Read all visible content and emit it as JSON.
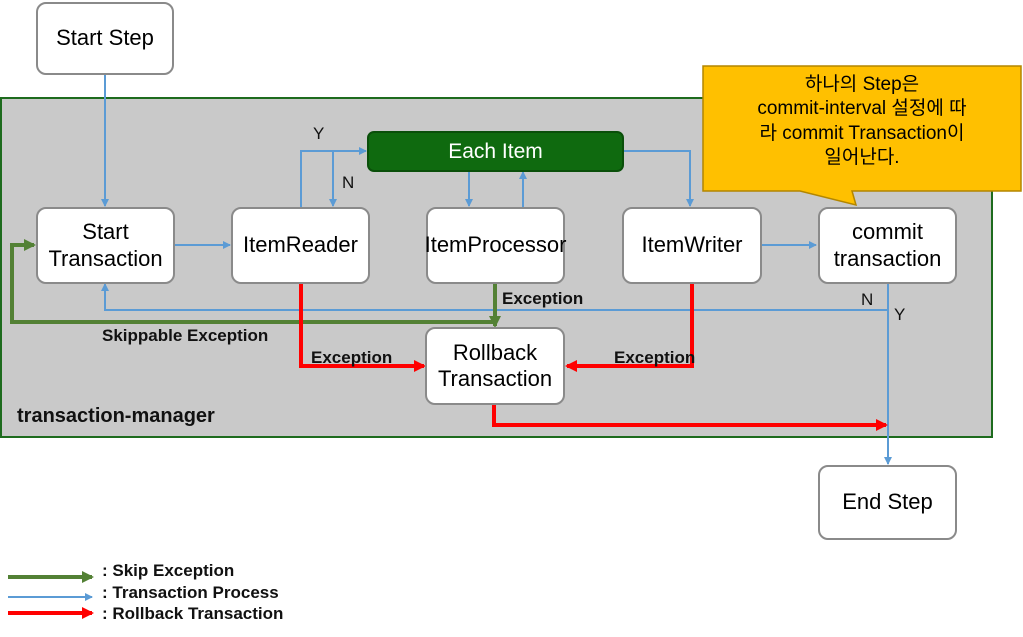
{
  "nodes": {
    "start_step": "Start Step",
    "start_transaction": [
      "Start",
      "Transaction"
    ],
    "item_reader": "ItemReader",
    "item_processor": "ItemProcessor",
    "item_writer": "ItemWriter",
    "commit_transaction": [
      "commit",
      "transaction"
    ],
    "each_item": "Each Item",
    "rollback_transaction": [
      "Rollback",
      "Transaction"
    ],
    "end_step": "End Step"
  },
  "region_label": "transaction-manager",
  "edge_labels": {
    "reader_y": "Y",
    "reader_n": "N",
    "processor_exception": "Exception",
    "reader_exception": "Exception",
    "writer_exception": "Exception",
    "skippable_exception": "Skippable Exception",
    "commit_n": "N",
    "commit_y": "Y"
  },
  "callout": [
    "하나의 Step은",
    "commit-interval 설정에 따",
    "라 commit Transaction이",
    "일어난다."
  ],
  "legend": [
    {
      "label": ": Skip Exception",
      "color": "#538135"
    },
    {
      "label": ": Transaction Process",
      "color": "#5b9bd5"
    },
    {
      "label": ": Rollback Transaction",
      "color": "#ff0000"
    }
  ],
  "colors": {
    "region_fill": "#c9c9c9",
    "region_border": "#1e6b1e",
    "each_item_fill": "#0f6a0f",
    "callout_fill": "#ffc000",
    "skip": "#538135",
    "process": "#5b9bd5",
    "rollback": "#ff0000"
  }
}
